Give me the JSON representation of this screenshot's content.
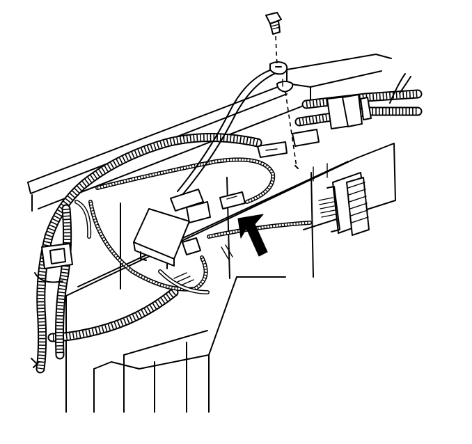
{
  "diagram": {
    "background": "#ffffff",
    "ink": "#000000",
    "parts": [
      "bolt",
      "ground-eyelet",
      "ground-wire",
      "instrument-panel-wiring-harness",
      "electrical-connector",
      "module",
      "multi-pin-connector",
      "locating-arrow"
    ]
  }
}
